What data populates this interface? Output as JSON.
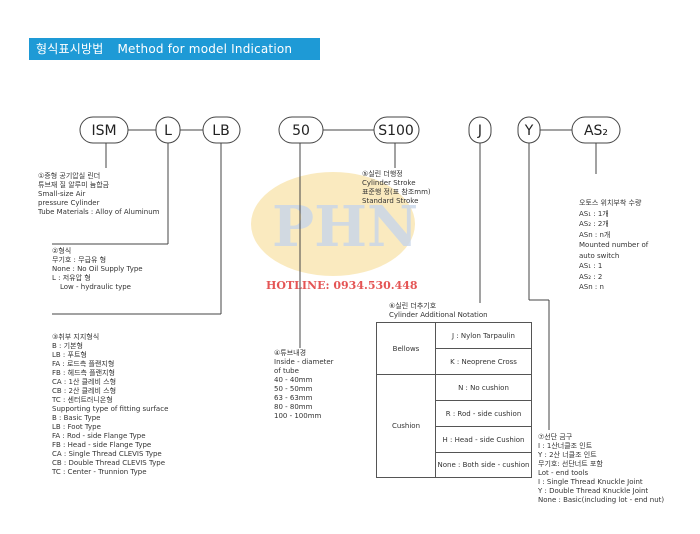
{
  "header": {
    "title_kr": "형식표시방법",
    "title_en": "Method for model Indication"
  },
  "codes": [
    "ISM",
    "L",
    "LB",
    "50",
    "S100",
    "J",
    "Y",
    "AS₂"
  ],
  "watermark": {
    "logo": "PHN",
    "hotline": "HOTLINE: 0934.530.448"
  },
  "blocks": {
    "ism": [
      "①증형 공기압실 린더",
      "튜브재 질 알루미 늄합금",
      "Small-size Air",
      "pressure Cylinder",
      "Tube Materials : Alloy of Aluminum"
    ],
    "l": [
      "②형식",
      "무기호 : 무급유 형",
      "None : No Oil Supply Type",
      "L : 저유압 형",
      "Low - hydraulic type"
    ],
    "lb": [
      "③취부 지지형식",
      "B : 기본형",
      "LB : 푸트형",
      "FA : 로드측 플랜지형",
      "FB : 헤드측 플랜지형",
      "CA : 1산 클레비 스형",
      "CB : 2산 클레비 스형",
      "TC : 센터트러니온형",
      "Supporting type of fitting surface",
      "B : Basic Type",
      "LB : Foot Type",
      "FA : Rod - side Flange Type",
      "FB : Head - side Flange Type",
      "CA : Single Thread CLEVIS Type",
      "CB : Double Thread CLEVIS Type",
      "TC : Center - Trunnion Type"
    ],
    "bore": [
      "④튜브내경",
      "Inside - diameter",
      "of tube",
      "40 - 40mm",
      "50 - 50mm",
      "63 - 63mm",
      "80 - 80mm",
      "100 - 100mm"
    ],
    "stroke": [
      "⑤실린 더행정",
      "Cylinder Stroke",
      "표준행 정(표 참조mm)",
      "Standard Stroke"
    ],
    "notation_title": [
      "⑥실린 더추기호",
      "Cylinder Additional Notation"
    ],
    "tip": [
      "⑦선단 금구",
      "I : 1산너클조 인트",
      "Y : 2산 너클조 인트",
      "무기호: 선단너트 포함",
      "Lot - end tools",
      "I : Single Thread Knuckle Joint",
      "Y : Double Thread Knuckle Joint",
      "None : Basic(including lot - end nut)"
    ],
    "switch": [
      "오토스 위치부착 수량",
      "AS₁ : 1개",
      "AS₂ : 2개",
      "ASn : n개",
      "Mounted number of",
      "auto switch",
      "AS₁ : 1",
      "AS₂ : 2",
      "ASn : n"
    ]
  },
  "table": {
    "bellows": "Bellows",
    "bellows_items": [
      "J : Nylon Tarpaulin",
      "K : Neoprene Cross"
    ],
    "cushion": "Cushion",
    "cushion_items": [
      "N : No cushion",
      "R : Rod - side cushion",
      "H : Head - side Cushion",
      "None : Both side - cushion"
    ]
  }
}
